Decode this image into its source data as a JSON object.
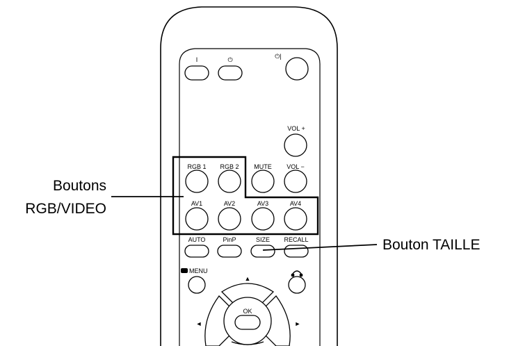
{
  "remote": {
    "power_on_label": "I",
    "standby_label": "⏻",
    "power_toggle_label": "⏻|",
    "vol_plus_label": "VOL +",
    "vol_minus_label": "VOL −",
    "rgb1_label": "RGB 1",
    "rgb2_label": "RGB 2",
    "mute_label": "MUTE",
    "av1_label": "AV1",
    "av2_label": "AV2",
    "av3_label": "AV3",
    "av4_label": "AV4",
    "auto_label": "AUTO",
    "pinp_label": "PinP",
    "size_label": "SIZE",
    "recall_label": "RECALL",
    "menu_label": "MENU",
    "up_arrow": "▲",
    "left_arrow": "◄",
    "right_arrow": "►",
    "ok_label": "OK"
  },
  "callouts": {
    "rgb_video_line1": "Boutons",
    "rgb_video_line2": "RGB/VIDEO",
    "size_button": "Bouton TAILLE"
  }
}
